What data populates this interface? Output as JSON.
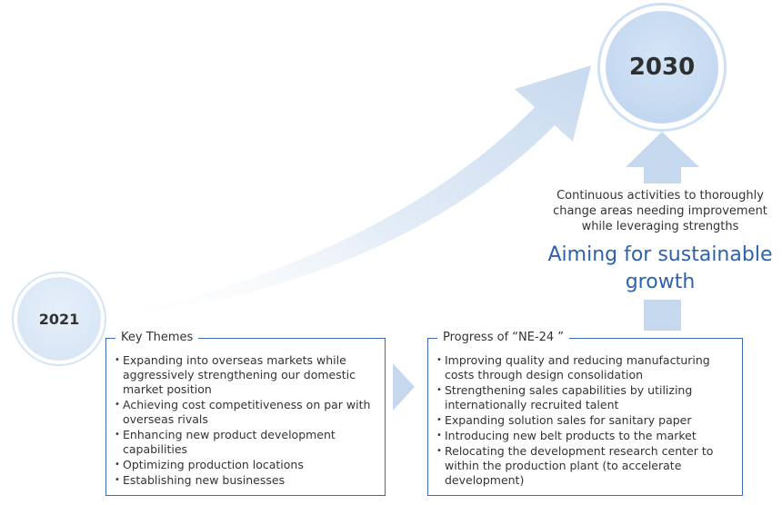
{
  "years": {
    "start": "2021",
    "end": "2030"
  },
  "key_themes": {
    "title": "Key Themes",
    "items": [
      "Expanding into overseas markets while aggressively strengthening our domestic market position",
      "Achieving cost competitiveness on par with overseas rivals",
      "Enhancing new product development capabilities",
      "Optimizing production locations",
      "Establishing new businesses"
    ]
  },
  "progress": {
    "title": "Progress of “NE-24 ”",
    "items": [
      "Improving quality and reducing manufacturing costs through design consolidation",
      "Strengthening sales capabilities by utilizing internationally recruited talent",
      "Expanding solution sales for sanitary paper",
      "Introducing new belt products to the market",
      "Relocating the development research center to within the production plant (to accelerate development)"
    ]
  },
  "continuous_text": "Continuous activities to thoroughly change areas needing improvement while leveraging strengths",
  "aiming_text": "Aiming for sustainable growth",
  "colors": {
    "accent_blue": "#2e62ad",
    "box_border": "#3d6bb3",
    "arrow_fill": "#c5d8ee",
    "circle_fill": "#d3e3f4"
  }
}
